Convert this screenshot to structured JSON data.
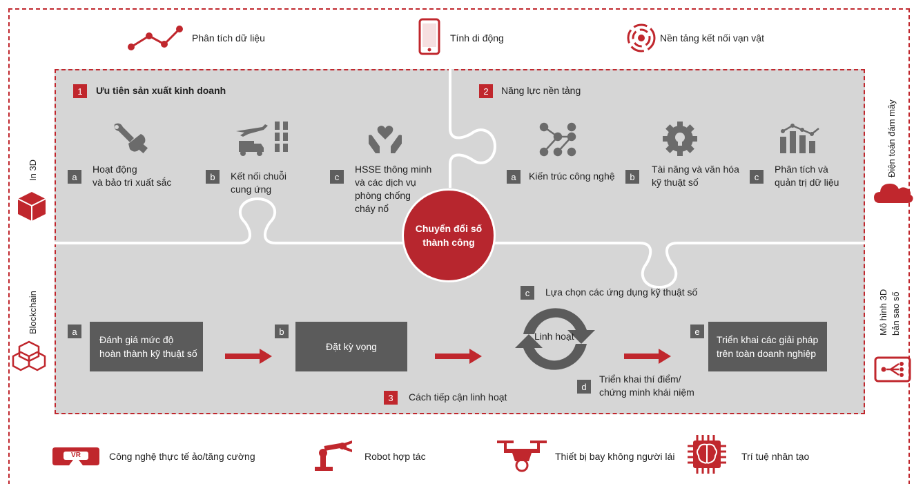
{
  "colors": {
    "accent": "#c0272d",
    "panel": "#d6d6d6",
    "dark_box": "#5b5b5b",
    "icon_grey": "#6b6b6b"
  },
  "top_tech": [
    {
      "label": "Phân tích dữ liệu",
      "icon": "line-chart-icon"
    },
    {
      "label": "Tính di động",
      "icon": "smartphone-icon"
    },
    {
      "label": "Nền tảng kết nối vạn vật",
      "icon": "iot-signal-icon"
    }
  ],
  "side_tech": {
    "left_top": {
      "label": "In 3D",
      "icon": "3d-cube-icon"
    },
    "left_bottom": {
      "label": "Blockchain",
      "icon": "blockchain-icon"
    },
    "right_top": {
      "label": "Điện toán đám mây",
      "icon": "cloud-icon"
    },
    "right_bottom": {
      "label_line1": "Mô hình 3D",
      "label_line2": "bản sao số",
      "icon": "digital-twin-icon"
    }
  },
  "center": {
    "line1": "Chuyển đổi số",
    "line2": "thành công"
  },
  "section1": {
    "number": "1",
    "title": "Ưu tiên sản xuất kinh doanh",
    "items": [
      {
        "letter": "a",
        "line1": "Hoạt động",
        "line2": "và bảo trì xuất sắc",
        "icon": "wrench-hand-icon"
      },
      {
        "letter": "b",
        "line1": "Kết nối chuỗi",
        "line2": "cung ứng",
        "icon": "supply-chain-icon"
      },
      {
        "letter": "c",
        "line1": "HSSE thông minh",
        "line2": "và các dịch vụ",
        "line3": "phòng chống",
        "line4": "cháy nổ",
        "icon": "heart-hands-icon"
      }
    ]
  },
  "section2": {
    "number": "2",
    "title": "Năng lực nền tảng",
    "items": [
      {
        "letter": "a",
        "line1": "Kiến trúc công nghệ",
        "icon": "network-nodes-icon"
      },
      {
        "letter": "b",
        "line1": "Tài năng và văn hóa",
        "line2": "kỹ thuật số",
        "icon": "gear-bulb-icon"
      },
      {
        "letter": "c",
        "line1": "Phân tích  và",
        "line2": "quản trị dữ liệu",
        "icon": "bar-analytics-icon"
      }
    ]
  },
  "section3": {
    "number": "3",
    "title": "Cách tiếp cận linh hoạt",
    "steps": {
      "a": {
        "letter": "a",
        "line1": "Đánh giá mức độ",
        "line2": "hoàn thành kỹ thuật số"
      },
      "b": {
        "letter": "b",
        "line1": "Đặt kỳ vọng"
      },
      "c": {
        "letter": "c",
        "line1": "Lựa chọn các ứng dụng kỹ thuật số"
      },
      "d": {
        "letter": "d",
        "line1": "Triển khai thí điểm/",
        "line2": "chứng minh khái niệm"
      },
      "e": {
        "letter": "e",
        "line1": "Triển khai các giải pháp",
        "line2": "trên toàn doanh nghiệp"
      }
    },
    "cycle_label": "Linh hoạt"
  },
  "bottom_tech": [
    {
      "label": "Công nghệ thực tế ảo/tăng cường",
      "icon": "vr-headset-icon",
      "icon_text": "VR"
    },
    {
      "label": "Robot hợp tác",
      "icon": "robot-arm-icon"
    },
    {
      "label": "Thiết bị bay không người lái",
      "icon": "drone-icon"
    },
    {
      "label": "Trí tuệ nhân tạo",
      "icon": "ai-brain-chip-icon"
    }
  ]
}
